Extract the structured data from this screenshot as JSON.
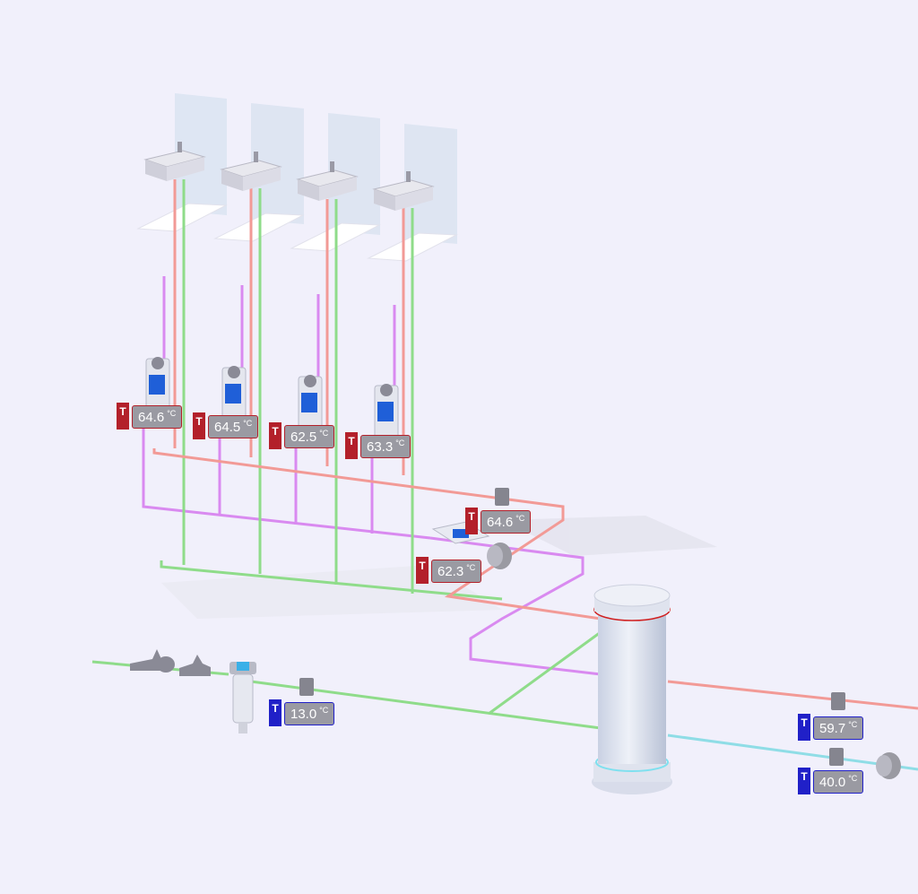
{
  "colors": {
    "hot_pipe": "#f29a96",
    "circulation_pipe": "#d98af0",
    "cold_pipe": "#8fdc8a",
    "tempered_pipe": "#8fdde6",
    "hot_badge": "#b3202a",
    "cold_badge": "#2020c8",
    "background": "#f1f0fb"
  },
  "sensors": [
    {
      "id": "riser-1",
      "type": "T",
      "value": "64.6",
      "unit": "°C",
      "kind": "hot"
    },
    {
      "id": "riser-2",
      "type": "T",
      "value": "64.5",
      "unit": "°C",
      "kind": "hot"
    },
    {
      "id": "riser-3",
      "type": "T",
      "value": "62.5",
      "unit": "°C",
      "kind": "hot"
    },
    {
      "id": "riser-4",
      "type": "T",
      "value": "63.3",
      "unit": "°C",
      "kind": "hot"
    },
    {
      "id": "supply-main",
      "type": "T",
      "value": "64.6",
      "unit": "°C",
      "kind": "hot"
    },
    {
      "id": "return-main",
      "type": "T",
      "value": "62.3",
      "unit": "°C",
      "kind": "hot"
    },
    {
      "id": "cold-inlet",
      "type": "T",
      "value": "13.0",
      "unit": "°C",
      "kind": "cold"
    },
    {
      "id": "heater-out",
      "type": "T",
      "value": "59.7",
      "unit": "°C",
      "kind": "cold"
    },
    {
      "id": "heater-return",
      "type": "T",
      "value": "40.0",
      "unit": "°C",
      "kind": "cold"
    }
  ],
  "icons": [
    "sink-icon",
    "valve-icon",
    "filter-icon",
    "sensor-box-icon",
    "pump-icon",
    "water-heater-icon",
    "water-meter-icon"
  ]
}
